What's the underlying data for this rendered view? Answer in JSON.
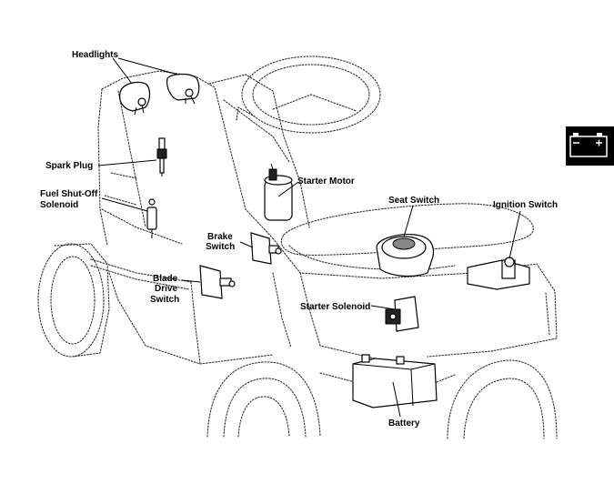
{
  "labels": {
    "headlights": "Headlights",
    "spark_plug": "Spark Plug",
    "fuel_line1": "Fuel Shut-Off",
    "fuel_line2": "Solenoid",
    "starter_motor": "Starter Motor",
    "seat_switch": "Seat Switch",
    "ignition_switch": "Ignition Switch",
    "brake_line1": "Brake",
    "brake_line2": "Switch",
    "blade_line1": "Blade",
    "blade_line2": "Drive",
    "blade_line3": "Switch",
    "starter_solenoid": "Starter Solenoid",
    "battery": "Battery"
  },
  "icons": {
    "battery_badge": "battery-icon"
  },
  "colors": {
    "badge_bg": "#000000",
    "badge_fg": "#ffffff"
  }
}
